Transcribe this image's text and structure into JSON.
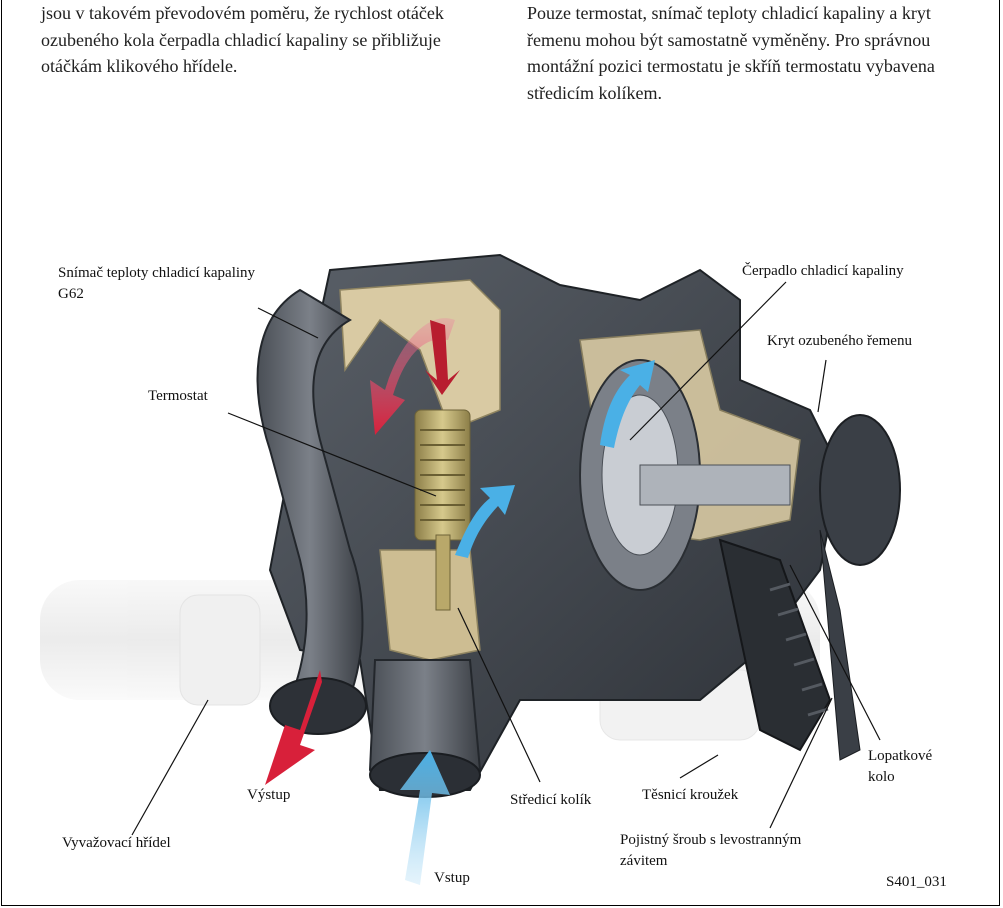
{
  "left_column": {
    "lines": [
      "jsou v takovém převodovém poměru, že rychlost otáček",
      "ozubeného kola čerpadla chladicí kapaliny se přibližuje",
      "otáčkám klikového hřídele."
    ]
  },
  "right_column": {
    "lines": [
      "Pouze termostat, snímač teploty chladicí kapaliny a kryt",
      "řemenu mohou být samostatně vyměněny. Pro správnou",
      "montážní pozici termostatu je skříň termostatu vybavena",
      "středicím kolíkem."
    ]
  },
  "figure": {
    "labels": {
      "sensor_line1": "Snímač teploty chladicí kapaliny",
      "sensor_line2": "G62",
      "thermostat": "Termostat",
      "pump": "Čerpadlo chladicí kapaliny",
      "belt_cover": "Kryt ozubeného řemenu",
      "outlet": "Výstup",
      "balance_shaft": "Vyvažovací hřídel",
      "centering_pin": "Středicí kolík",
      "seal_ring": "Těsnicí kroužek",
      "impeller_line1": "Lopatkové",
      "impeller_line2": "kolo",
      "bolt_line1": "Pojistný šroub s levostranným",
      "bolt_line2": "závitem",
      "inlet": "Vstup",
      "figure_code": "S401_031"
    },
    "colors": {
      "hot_arrow": "#d8203a",
      "cold_arrow": "#4ab0e6",
      "housing_dark": "#3a3f46",
      "housing_mid": "#6b7078",
      "cut_surface": "#d9caa3",
      "brass": "#b9a86a"
    }
  }
}
